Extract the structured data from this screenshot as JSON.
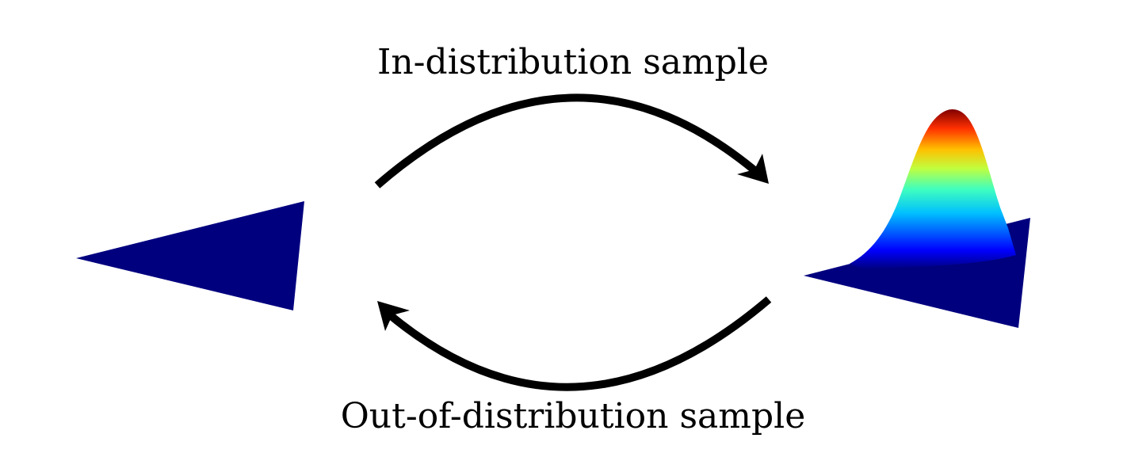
{
  "labels": {
    "top": "In-distribution sample",
    "bottom": "Out-of-distribution sample"
  },
  "colors": {
    "background": "#ffffff",
    "arrow": "#000000",
    "flat_plane": "#00007f",
    "colormap": "jet"
  }
}
